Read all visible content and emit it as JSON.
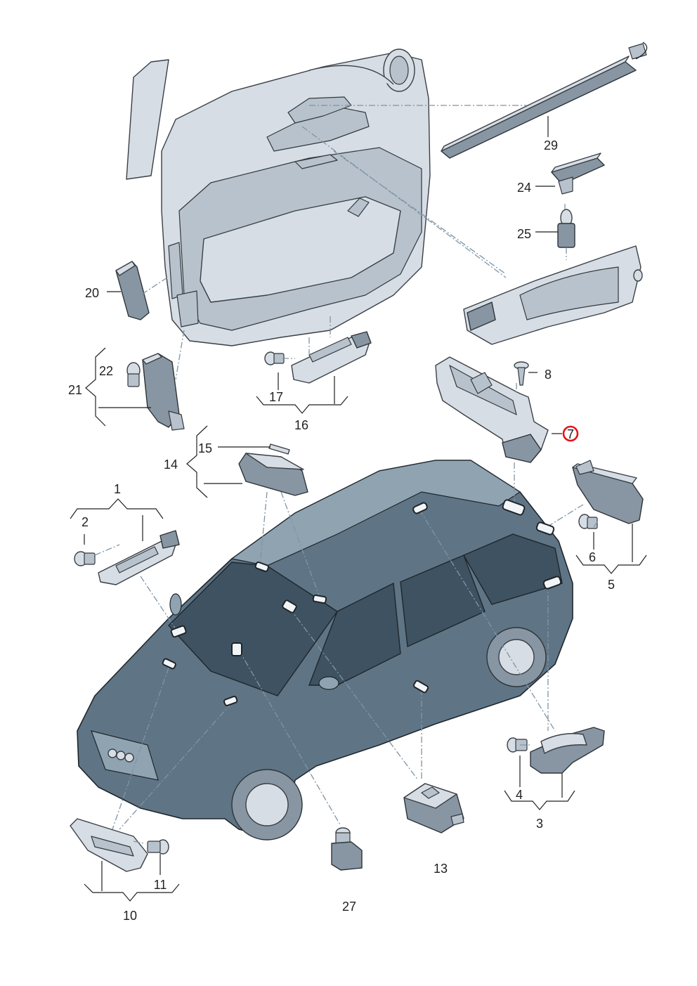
{
  "labels": {
    "p1": "1",
    "p2": "2",
    "p3": "3",
    "p4": "4",
    "p5": "5",
    "p6": "6",
    "p7": "7",
    "p8": "8",
    "p10": "10",
    "p11": "11",
    "p13": "13",
    "p14": "14",
    "p15": "15",
    "p16": "16",
    "p17": "17",
    "p20": "20",
    "p21": "21",
    "p22": "22",
    "p24": "24",
    "p25": "25",
    "p27": "27",
    "p29": "29"
  },
  "highlight": {
    "part": "7",
    "color": "#e1141b"
  }
}
